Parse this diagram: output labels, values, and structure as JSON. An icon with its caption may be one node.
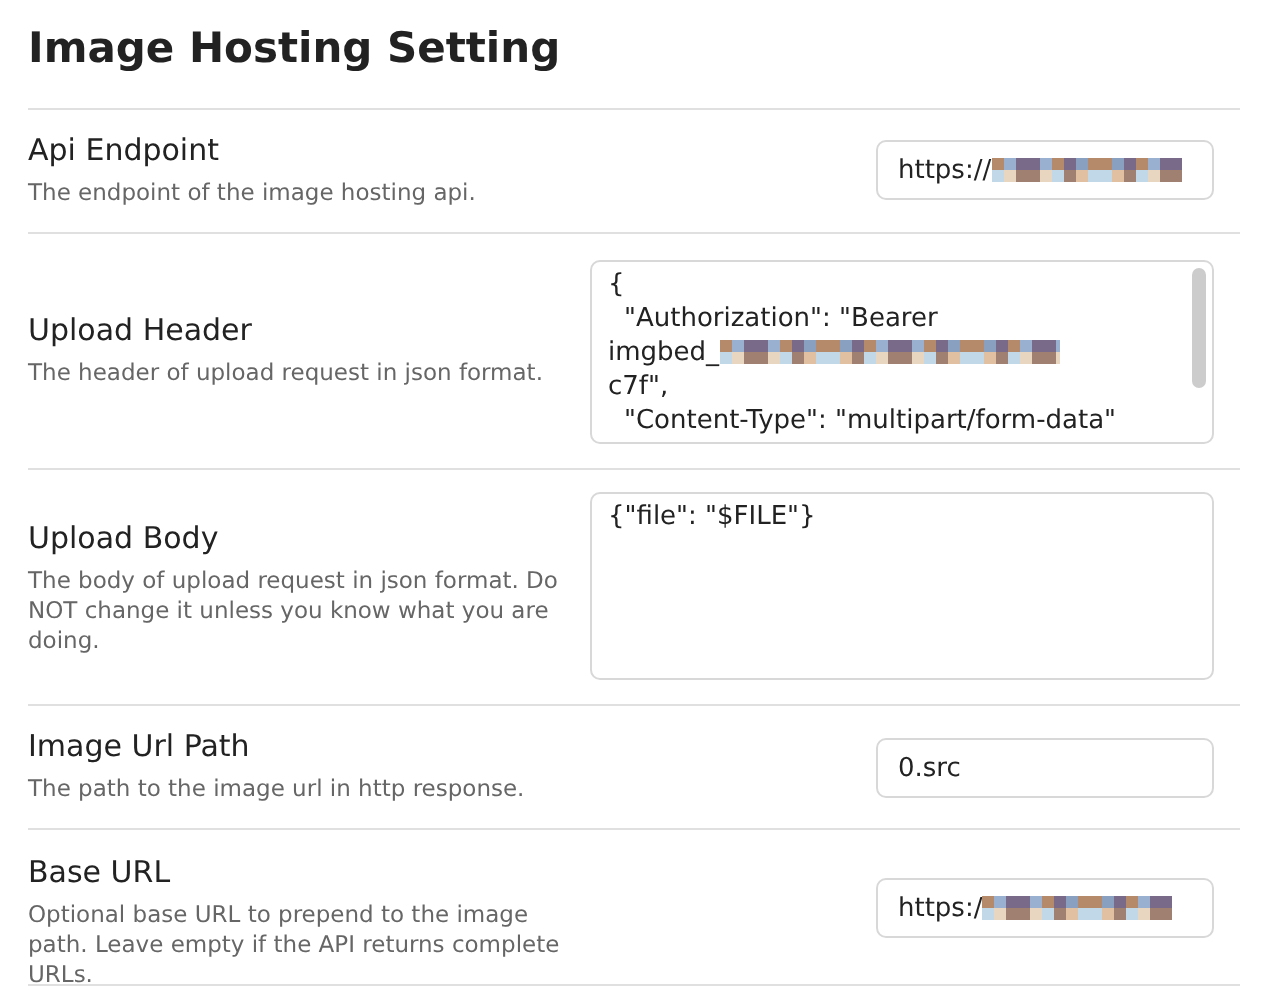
{
  "diagram": {
    "title": "Image Hosting Setting",
    "nodes": [
      {
        "text": [
          "https://"
        ]
      },
      {
        "text": [
          "{",
          "\"Authorization\": \"Bearer",
          "imgbed_",
          "c7f\",",
          "\"Content-Type\": \"multipart/form-data\""
        ]
      },
      {
        "text": [
          "{\"file\": \"$FILE\"}"
        ]
      },
      {
        "text": [
          "0.src"
        ]
      },
      {
        "text": [
          "https:/"
        ]
      }
    ],
    "labels": [
      "Api Endpoint",
      "The endpoint of the image hosting api.",
      "Upload Header",
      "The header of upload request in json format.",
      "Upload Body",
      "The body of upload request in json format. Do NOT change it unless you know what you are doing.",
      "Image Url Path",
      "The path to the image url in http response.",
      "Base URL",
      "Optional base URL to prepend to the image path. Leave empty if the API returns complete URLs."
    ]
  }
}
